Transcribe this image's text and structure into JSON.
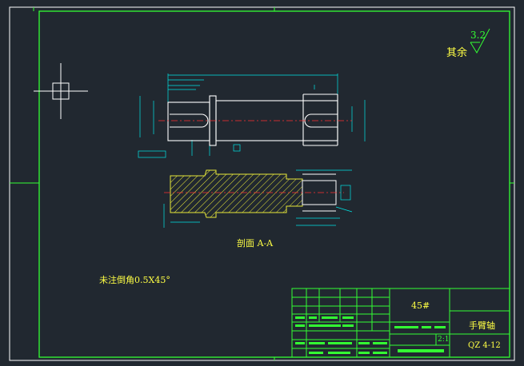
{
  "drawing": {
    "roughness_value": "3.2",
    "roughness_note": "其余",
    "section_label": "剖面 A-A",
    "chamfer_note": "未注倒角0.5X45°",
    "material": "45#",
    "part_name": "手臂轴",
    "scale": "2:1",
    "drawing_number": "QZ 4-12"
  },
  "colors": {
    "background": "#212830",
    "frame": "#33ff33",
    "cyan_dims": "#00e5e5",
    "center_line": "#ff3030",
    "hatch": "#e8e83a"
  }
}
